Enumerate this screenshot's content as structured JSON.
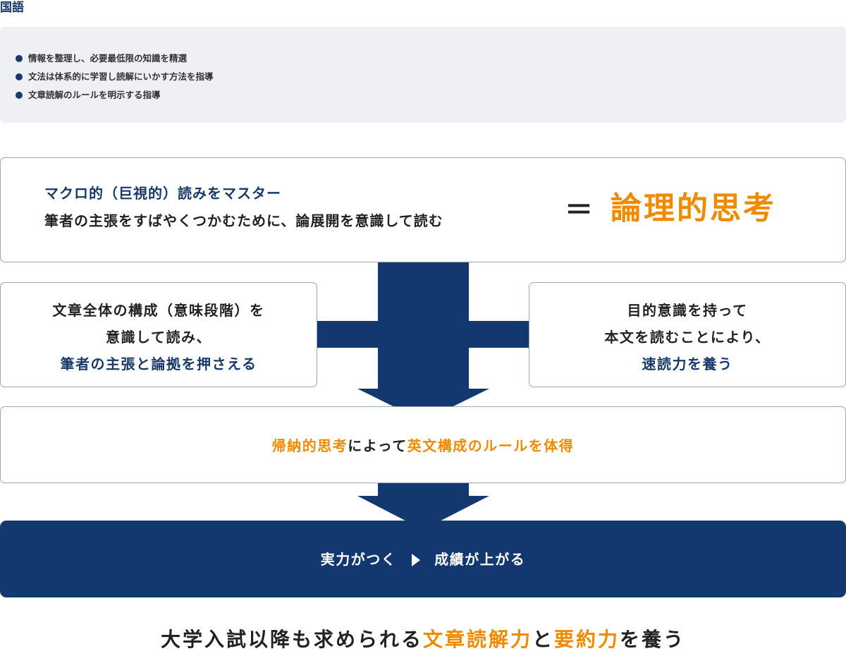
{
  "section_title": "国語",
  "points": [
    "情報を整理し、必要最低限の知識を精選",
    "文法は体系的に学習し読解にいかす方法を指導",
    "文章読解のルールを明示する指導"
  ],
  "top_box": {
    "line1": "マクロ的（巨視的）読みをマスター",
    "line2": "筆者の主張をすばやくつかむために、論展開を意識して読む",
    "equals": "＝",
    "emphasis": "論理的思考"
  },
  "left_box": {
    "line1": "文章全体の構成（意味段階）を",
    "line2": "意識して読み、",
    "line3": "筆者の主張と論拠を押さえる"
  },
  "right_box": {
    "line1": "目的意識を持って",
    "line2": "本文を読むことにより、",
    "line3": "速読力を養う"
  },
  "middle_box": {
    "part1": "帰納的思考",
    "part2": "によって",
    "part3": "英文構成のルールを体得"
  },
  "result": {
    "left": "実力がつく",
    "right": "成績が上がる"
  },
  "bottom_line": {
    "part1": "大学入試以降も求められる",
    "part2": "文章読解力",
    "part3": "と",
    "part4": "要約力",
    "part5": "を養う"
  },
  "colors": {
    "navy": "#133870",
    "orange": "#f08a00",
    "panel": "#eef0f5",
    "border": "#9aa7bd"
  }
}
